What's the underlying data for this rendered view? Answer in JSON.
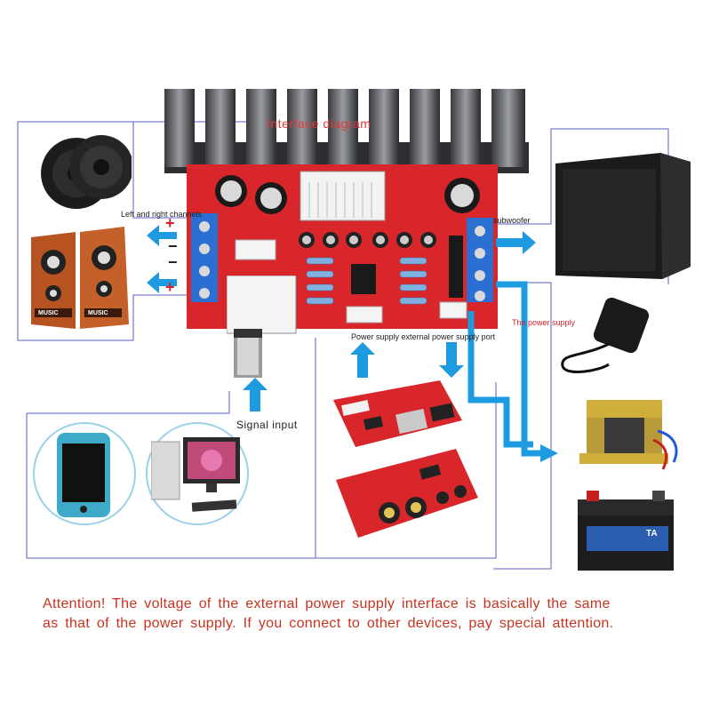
{
  "diagram": {
    "title": "Interface diagram",
    "labels": {
      "left_right_channels": "Left and right channels",
      "subwoofer": "subwoofer",
      "power_supply": "The power supply",
      "power_port": "Power supply external power supply port",
      "signal_input": "Signal input",
      "speaker_brand": "MUSIC",
      "battery_brand": "TA"
    },
    "attention_line1": "Attention! The voltage of the external power supply interface is basically the same",
    "attention_line2": "as that of the power supply. If you connect to other devices, pay special attention."
  },
  "colors": {
    "board_red": "#d8262b",
    "arrow_blue": "#1e9be0",
    "outline_blue": "#5b5fc7",
    "attention_text": "#c8331f",
    "terminal_blue": "#2a6fd1"
  },
  "icons": [
    "speaker-driver-icon",
    "speaker-cabinet-icon",
    "subwoofer-icon",
    "power-adapter-icon",
    "transformer-icon",
    "battery-icon",
    "smartphone-icon",
    "computer-icon",
    "usb-board-icon",
    "tone-board-icon",
    "heatsink-icon",
    "audio-jack-icon"
  ]
}
